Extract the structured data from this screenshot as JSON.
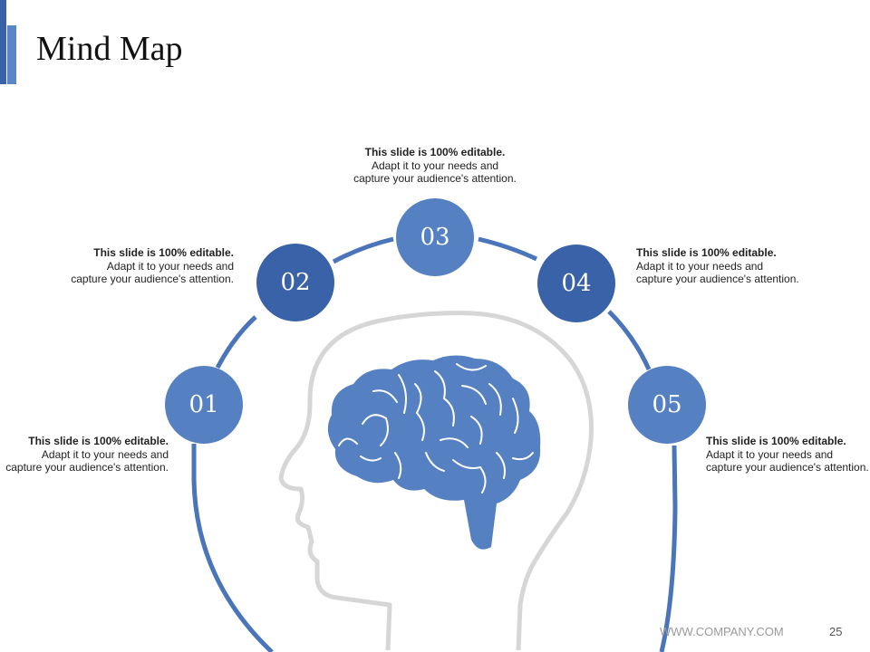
{
  "slide": {
    "title": "Mind Map",
    "footer_url": "WWW.COMPANY.COM",
    "page_number": "25"
  },
  "colors": {
    "primary": "#3a62a8",
    "secondary": "#5a86c8",
    "arc": "#4a75bb",
    "head_outline": "#d6d6d6",
    "brain": "#5580c2"
  },
  "nodes": [
    {
      "label": "01",
      "heading": "This slide is 100% editable.",
      "line1": "Adapt it to your needs and",
      "line2": "capture your audience's attention."
    },
    {
      "label": "02",
      "heading": "This slide is 100% editable.",
      "line1": "Adapt it to your needs and",
      "line2": "capture your audience's attention."
    },
    {
      "label": "03",
      "heading": "This slide is 100% editable.",
      "line1": "Adapt it to your needs and",
      "line2": "capture your audience's attention."
    },
    {
      "label": "04",
      "heading": "This slide is 100% editable.",
      "line1": "Adapt it to your needs and",
      "line2": "capture your audience's attention."
    },
    {
      "label": "05",
      "heading": "This slide is 100% editable.",
      "line1": "Adapt it to your needs and",
      "line2": "capture your audience's attention."
    }
  ]
}
